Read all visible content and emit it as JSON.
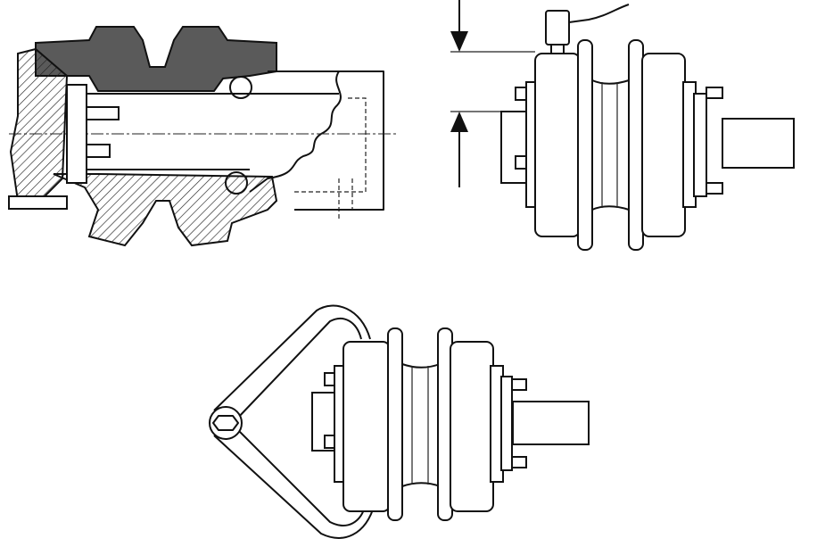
{
  "colors": {
    "line": "#111111",
    "sprocket_fill": "#5a5a5a",
    "background": "#ffffff"
  },
  "figures": [
    {
      "id": "sectional-view"
    },
    {
      "id": "measurement-view"
    },
    {
      "id": "wrench-view"
    }
  ]
}
